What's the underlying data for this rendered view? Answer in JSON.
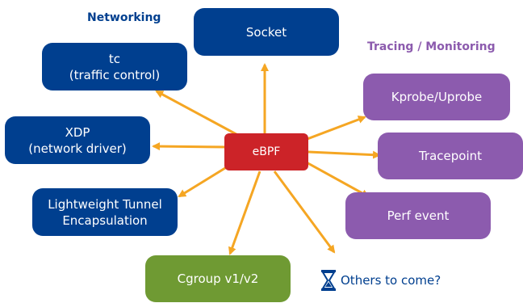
{
  "categories": {
    "networking": "Networking",
    "tracing": "Tracing / Monitoring"
  },
  "center": {
    "label": "eBPF"
  },
  "networking_nodes": {
    "socket": {
      "label": "Socket"
    },
    "tc": {
      "line1": "tc",
      "line2": "(traffic control)"
    },
    "xdp": {
      "line1": "XDP",
      "line2": "(network driver)"
    },
    "lwt": {
      "line1": "Lightweight Tunnel",
      "line2": "Encapsulation"
    }
  },
  "tracing_nodes": {
    "kprobe": {
      "label": "Kprobe/Uprobe"
    },
    "tracepoint": {
      "label": "Tracepoint"
    },
    "perf": {
      "label": "Perf event"
    }
  },
  "cgroup": {
    "label": "Cgroup v1/v2"
  },
  "others": {
    "label": "Others to come?",
    "icon": "hourglass-icon"
  },
  "colors": {
    "networking": "#003f8f",
    "tracing": "#8c5bae",
    "cgroup": "#6f9a33",
    "center": "#cc2328",
    "arrow": "#f5a623"
  }
}
